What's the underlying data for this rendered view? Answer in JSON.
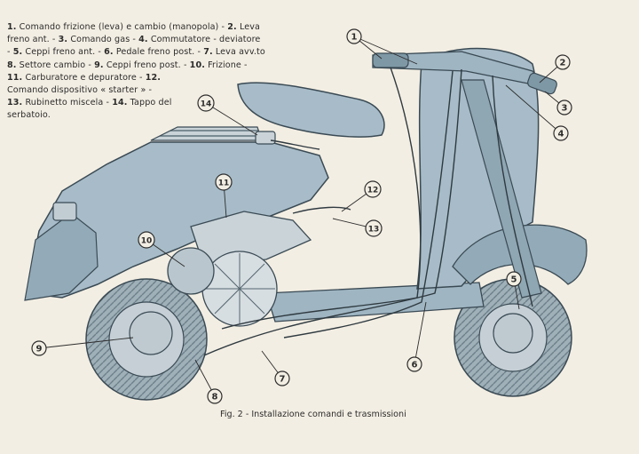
{
  "legend_lines": [
    [
      {
        "t": "1.",
        "b": true
      },
      {
        "t": " Comando frizione (leva) e cambio (manopola) - "
      },
      {
        "t": "2.",
        "b": true
      },
      {
        "t": " Leva"
      }
    ],
    [
      {
        "t": "freno ant. - "
      },
      {
        "t": "3.",
        "b": true
      },
      {
        "t": " Comando gas - "
      },
      {
        "t": "4.",
        "b": true
      },
      {
        "t": " Commutatore - deviatore"
      }
    ],
    [
      {
        "t": "- "
      },
      {
        "t": "5.",
        "b": true
      },
      {
        "t": " Ceppi freno ant. - "
      },
      {
        "t": "6.",
        "b": true
      },
      {
        "t": " Pedale freno post. - "
      },
      {
        "t": "7.",
        "b": true
      },
      {
        "t": " Leva avv.to"
      }
    ],
    [
      {
        "t": "8.",
        "b": true
      },
      {
        "t": " Settore cambio - "
      },
      {
        "t": "9.",
        "b": true
      },
      {
        "t": " Ceppi freno post. - "
      },
      {
        "t": "10.",
        "b": true
      },
      {
        "t": " Frizione -"
      }
    ],
    [
      {
        "t": "11.",
        "b": true
      },
      {
        "t": " Carburatore e depuratore - "
      },
      {
        "t": "12.",
        "b": true
      }
    ],
    [
      {
        "t": "Comando dispositivo « starter » -"
      }
    ],
    [
      {
        "t": "13.",
        "b": true
      },
      {
        "t": " Rubinetto miscela - "
      },
      {
        "t": "14.",
        "b": true
      },
      {
        "t": " Tappo del"
      }
    ],
    [
      {
        "t": "serbatoio."
      }
    ]
  ],
  "callouts": [
    {
      "id": "callout-1",
      "label": "1"
    },
    {
      "id": "callout-2",
      "label": "2"
    },
    {
      "id": "callout-3",
      "label": "3"
    },
    {
      "id": "callout-4",
      "label": "4"
    },
    {
      "id": "callout-5",
      "label": "5"
    },
    {
      "id": "callout-6",
      "label": "6"
    },
    {
      "id": "callout-7",
      "label": "7"
    },
    {
      "id": "callout-8",
      "label": "8"
    },
    {
      "id": "callout-9",
      "label": "9"
    },
    {
      "id": "callout-10",
      "label": "10"
    },
    {
      "id": "callout-11",
      "label": "11"
    },
    {
      "id": "callout-12",
      "label": "12"
    },
    {
      "id": "callout-13",
      "label": "13"
    },
    {
      "id": "callout-14",
      "label": "14"
    }
  ],
  "caption": "Fig. 2 - Installazione comandi e trasmissioni",
  "colors": {
    "paper": "#f3eee3",
    "body": "#a7bcc8",
    "body_dark": "#7f98a6",
    "outline": "#3a4a54",
    "tire": "#9aaab3",
    "cable": "#2f3a40",
    "ink": "#2c2c2c"
  }
}
